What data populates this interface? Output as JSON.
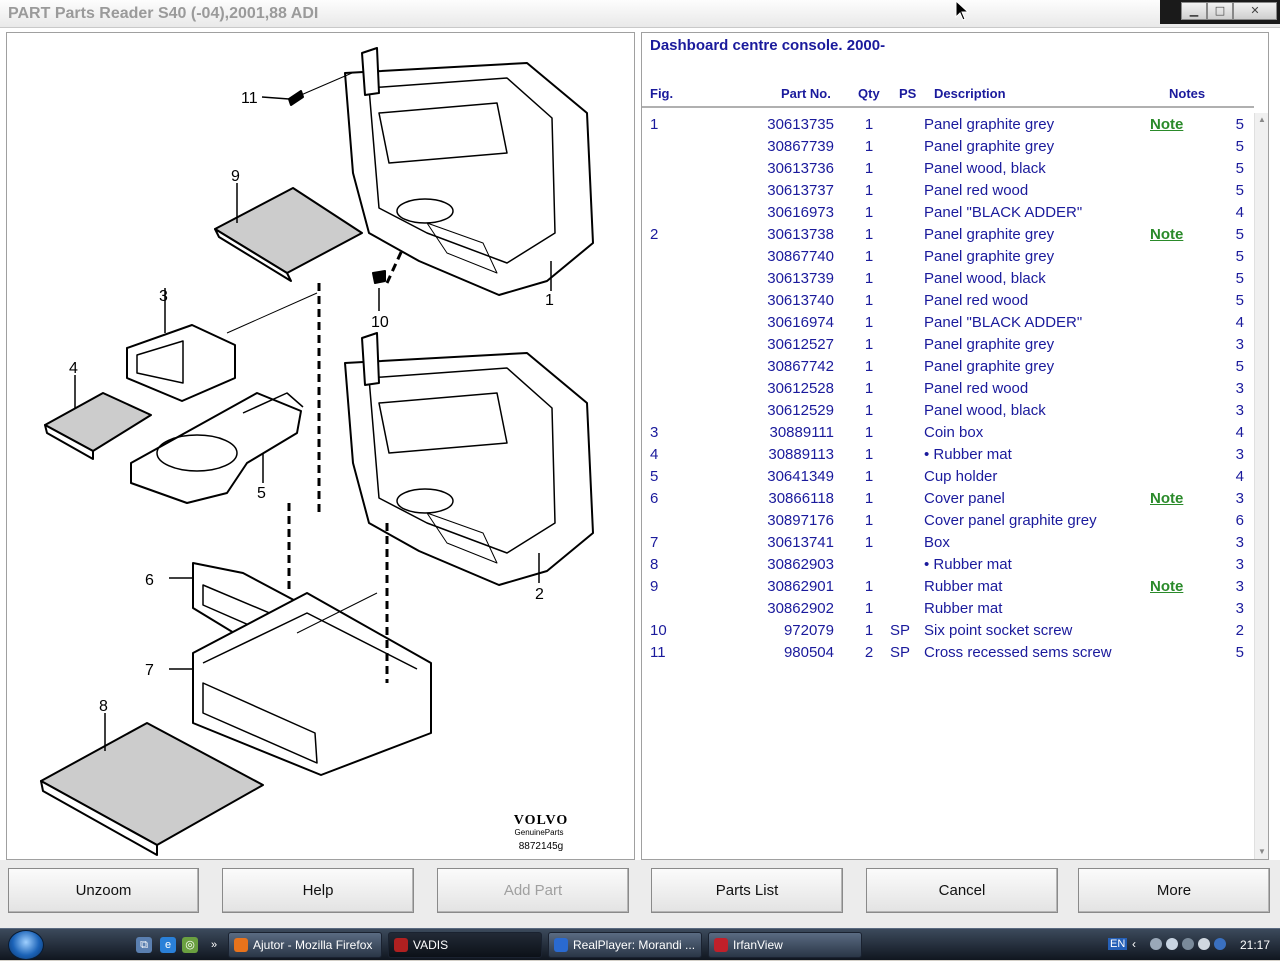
{
  "window": {
    "title": "PART Parts Reader S40 (-04),2001,88 ADI",
    "controls": {
      "minimize": "▁",
      "maximize": "□",
      "close": "✕"
    }
  },
  "diagram": {
    "callouts": [
      "11",
      "9",
      "3",
      "4",
      "5",
      "6",
      "7",
      "8",
      "1",
      "10",
      "2"
    ],
    "logo_brand": "VOLVO",
    "logo_sub": "GenuineParts",
    "image_code": "8872145g"
  },
  "parts": {
    "title": "Dashboard centre console. 2000-",
    "columns": {
      "fig": "Fig.",
      "part": "Part No.",
      "qty": "Qty",
      "ps": "PS",
      "desc": "Description",
      "notes": "Notes"
    },
    "rows": [
      {
        "fig": "1",
        "part": "30613735",
        "qty": "1",
        "ps": "",
        "desc": "Panel graphite grey",
        "note": "Note",
        "num": "5"
      },
      {
        "fig": "",
        "part": "30867739",
        "qty": "1",
        "ps": "",
        "desc": "Panel graphite grey",
        "note": "",
        "num": "5"
      },
      {
        "fig": "",
        "part": "30613736",
        "qty": "1",
        "ps": "",
        "desc": "Panel wood, black",
        "note": "",
        "num": "5"
      },
      {
        "fig": "",
        "part": "30613737",
        "qty": "1",
        "ps": "",
        "desc": "Panel red wood",
        "note": "",
        "num": "5"
      },
      {
        "fig": "",
        "part": "30616973",
        "qty": "1",
        "ps": "",
        "desc": "Panel \"BLACK ADDER\"",
        "note": "",
        "num": "4"
      },
      {
        "fig": "2",
        "part": "30613738",
        "qty": "1",
        "ps": "",
        "desc": "Panel graphite grey",
        "note": "Note",
        "num": "5"
      },
      {
        "fig": "",
        "part": "30867740",
        "qty": "1",
        "ps": "",
        "desc": "Panel graphite grey",
        "note": "",
        "num": "5"
      },
      {
        "fig": "",
        "part": "30613739",
        "qty": "1",
        "ps": "",
        "desc": "Panel wood, black",
        "note": "",
        "num": "5"
      },
      {
        "fig": "",
        "part": "30613740",
        "qty": "1",
        "ps": "",
        "desc": "Panel red wood",
        "note": "",
        "num": "5"
      },
      {
        "fig": "",
        "part": "30616974",
        "qty": "1",
        "ps": "",
        "desc": "Panel \"BLACK ADDER\"",
        "note": "",
        "num": "4"
      },
      {
        "fig": "",
        "part": "30612527",
        "qty": "1",
        "ps": "",
        "desc": "Panel graphite grey",
        "note": "",
        "num": "3"
      },
      {
        "fig": "",
        "part": "30867742",
        "qty": "1",
        "ps": "",
        "desc": "Panel graphite grey",
        "note": "",
        "num": "5"
      },
      {
        "fig": "",
        "part": "30612528",
        "qty": "1",
        "ps": "",
        "desc": "Panel red wood",
        "note": "",
        "num": "3"
      },
      {
        "fig": "",
        "part": "30612529",
        "qty": "1",
        "ps": "",
        "desc": "Panel wood, black",
        "note": "",
        "num": "3"
      },
      {
        "fig": "3",
        "part": "30889111",
        "qty": "1",
        "ps": "",
        "desc": "Coin box",
        "note": "",
        "num": "4"
      },
      {
        "fig": "4",
        "part": "30889113",
        "qty": "1",
        "ps": "",
        "desc": "• Rubber mat",
        "note": "",
        "num": "3"
      },
      {
        "fig": "5",
        "part": "30641349",
        "qty": "1",
        "ps": "",
        "desc": "Cup holder",
        "note": "",
        "num": "4"
      },
      {
        "fig": "6",
        "part": "30866118",
        "qty": "1",
        "ps": "",
        "desc": "Cover panel",
        "note": "Note",
        "num": "3"
      },
      {
        "fig": "",
        "part": "30897176",
        "qty": "1",
        "ps": "",
        "desc": "Cover panel graphite grey",
        "note": "",
        "num": "6"
      },
      {
        "fig": "7",
        "part": "30613741",
        "qty": "1",
        "ps": "",
        "desc": "Box",
        "note": "",
        "num": "3"
      },
      {
        "fig": "8",
        "part": "30862903",
        "qty": "",
        "ps": "",
        "desc": "• Rubber mat",
        "note": "",
        "num": "3"
      },
      {
        "fig": "9",
        "part": "30862901",
        "qty": "1",
        "ps": "",
        "desc": "Rubber mat",
        "note": "Note",
        "num": "3"
      },
      {
        "fig": "",
        "part": "30862902",
        "qty": "1",
        "ps": "",
        "desc": "Rubber mat",
        "note": "",
        "num": "3"
      },
      {
        "fig": "10",
        "part": "972079",
        "qty": "1",
        "ps": "SP",
        "desc": "Six point socket screw",
        "note": "",
        "num": "2"
      },
      {
        "fig": "11",
        "part": "980504",
        "qty": "2",
        "ps": "SP",
        "desc": "Cross recessed sems screw",
        "note": "",
        "num": "5"
      }
    ]
  },
  "buttons": {
    "unzoom": "Unzoom",
    "help": "Help",
    "add_part": "Add Part",
    "parts_list": "Parts List",
    "cancel": "Cancel",
    "more": "More"
  },
  "taskbar": {
    "tasks": [
      {
        "label": "Ajutor - Mozilla Firefox",
        "icon": "firefox-icon",
        "color": "#e8731c"
      },
      {
        "label": "VADIS",
        "icon": "vadis-icon",
        "color": "#b02020"
      },
      {
        "label": "RealPlayer: Morandi ...",
        "icon": "realplayer-icon",
        "color": "#2a6ad0"
      },
      {
        "label": "IrfanView",
        "icon": "irfanview-icon",
        "color": "#c0202a"
      }
    ],
    "language": "EN",
    "clock": "21:17"
  }
}
